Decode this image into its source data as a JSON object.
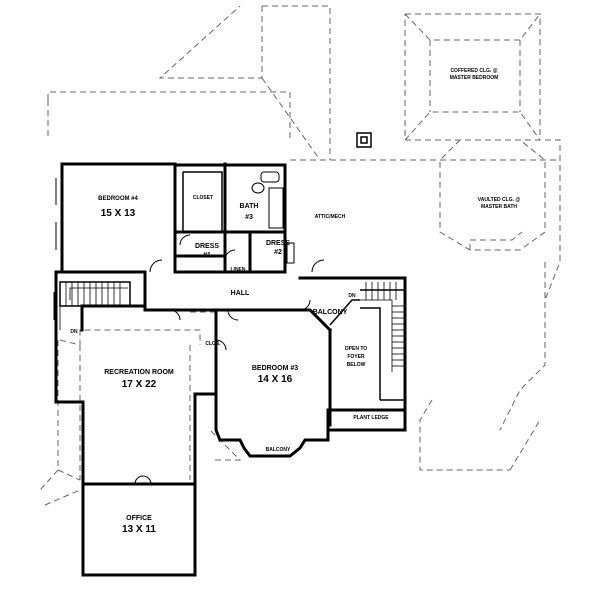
{
  "rooms": {
    "bedroom4": {
      "name": "BEDROOM #4",
      "size": "15 X 13"
    },
    "bedroom3": {
      "name": "BEDROOM #3",
      "size": "14 X 16"
    },
    "recreation": {
      "name": "RECREATION ROOM",
      "size": "17 X 22"
    },
    "office": {
      "name": "OFFICE",
      "size": "13 X 11"
    },
    "bath3": {
      "name": "BATH",
      "num": "#3"
    },
    "dress1": {
      "name": "DRESS",
      "num": "#1"
    },
    "dress2": {
      "name": "DRESS",
      "num": "#2"
    }
  },
  "labels": {
    "closet": "CLOSET",
    "linen": "LINEN",
    "hall": "HALL",
    "balcony_upper": "BALCONY",
    "balcony_lower": "BALCONY",
    "clos": "CLOS.",
    "attic": "ATTIC/MECH",
    "open_foyer_1": "OPEN TO",
    "open_foyer_2": "FOYER",
    "open_foyer_3": "BELOW",
    "plant_ledge": "PLANT LEDGE",
    "dn_left": "DN",
    "dn_right": "DN",
    "coffered_1": "COFFERED CLG. @",
    "coffered_2": "MASTER BEDROOM",
    "vaulted_1": "VAULTED CLG. @",
    "vaulted_2": "MASTER BATH"
  }
}
